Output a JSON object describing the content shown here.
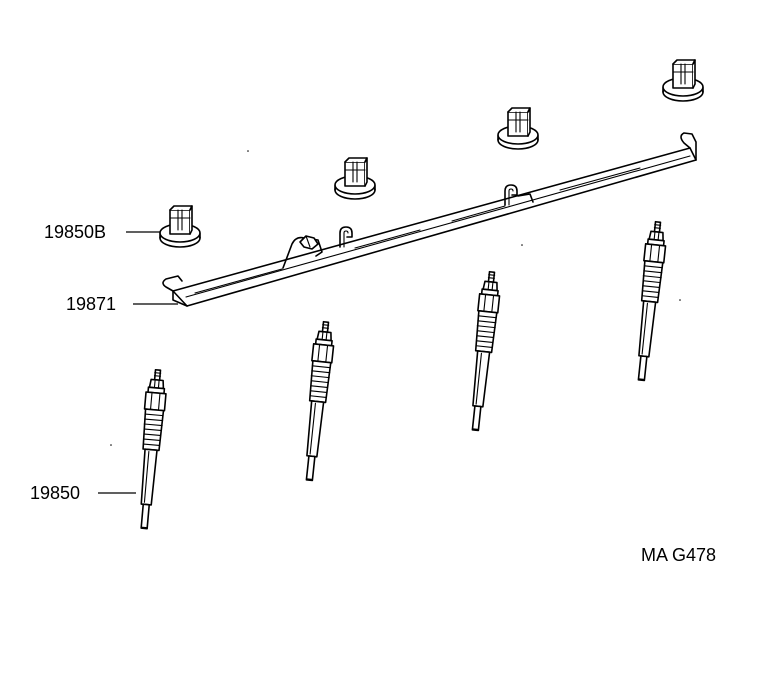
{
  "labels": {
    "clamp_nut": "19850B",
    "connector_bar": "19871",
    "glow_plug": "19850"
  },
  "figure_code": "MA G478"
}
